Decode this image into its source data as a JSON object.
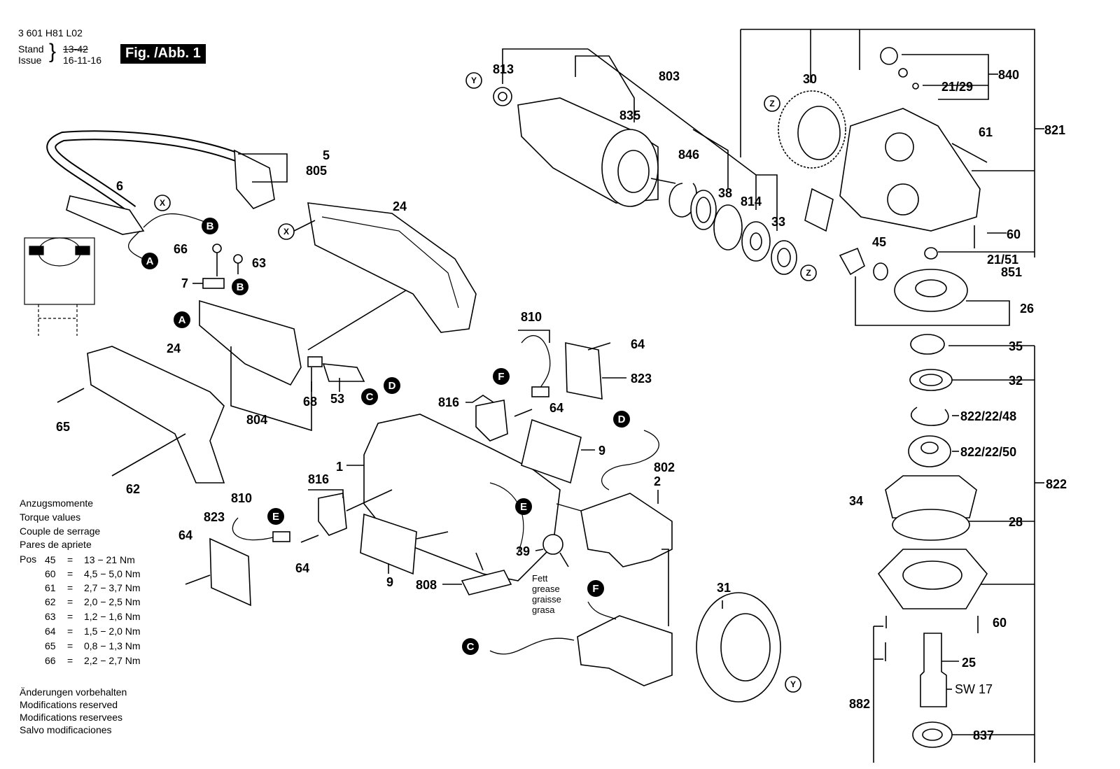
{
  "header": {
    "doc_number": "3 601 H81 L02",
    "stand_label": "Stand",
    "issue_label": "Issue",
    "stand_value": "13-42",
    "issue_value": "16-11-16",
    "figure_label": "Fig. /Abb. 1"
  },
  "torque": {
    "lines": [
      "Anzugsmomente",
      "Torque values",
      "Couple de serrage",
      "Pares de apriete"
    ],
    "pos_label": "Pos",
    "rows": [
      {
        "pos": "45",
        "range": "13  − 21 Nm"
      },
      {
        "pos": "60",
        "range": "4,5 − 5,0 Nm"
      },
      {
        "pos": "61",
        "range": "2,7 − 3,7 Nm"
      },
      {
        "pos": "62",
        "range": "2,0 − 2,5 Nm"
      },
      {
        "pos": "63",
        "range": "1,2 − 1,6 Nm"
      },
      {
        "pos": "64",
        "range": "1,5 − 2,0 Nm"
      },
      {
        "pos": "65",
        "range": "0,8 − 1,3 Nm"
      },
      {
        "pos": "66",
        "range": "2,2 − 2,7 Nm"
      }
    ]
  },
  "footer_notes": [
    "Änderungen vorbehalten",
    "Modifications reserved",
    "Modifications reservees",
    "Salvo modificaciones"
  ],
  "grease_note": [
    "Fett",
    "grease",
    "graisse",
    "grasa"
  ],
  "sw_label": "SW 17",
  "part_numbers": {
    "p813": "813",
    "p803": "803",
    "p30": "30",
    "p840": "840",
    "p2129": "21/29",
    "p835": "835",
    "p61": "61",
    "p821": "821",
    "p846": "846",
    "p38": "38",
    "p814": "814",
    "p33": "33",
    "p60a": "60",
    "p2151": "21/51",
    "p851": "851",
    "p45": "45",
    "p26": "26",
    "p5": "5",
    "p805": "805",
    "p6": "6",
    "p24a": "24",
    "p66": "66",
    "p63": "63",
    "p7": "7",
    "p24b": "24",
    "p65": "65",
    "p68": "68",
    "p53": "53",
    "p804": "804",
    "p62": "62",
    "p810a": "810",
    "p64a": "64",
    "p823a": "823",
    "p816a": "816",
    "p64b": "64",
    "p9a": "9",
    "p1": "1",
    "p802": "802",
    "p2": "2",
    "p816b": "816",
    "p810b": "810",
    "p823b": "823",
    "p64c": "64",
    "p64d": "64",
    "p39": "39",
    "p9b": "9",
    "p808": "808",
    "p31": "31",
    "p35": "35",
    "p32": "32",
    "p8222248": "822/22/48",
    "p8222250": "822/22/50",
    "p822": "822",
    "p34": "34",
    "p28": "28",
    "p60b": "60",
    "p25": "25",
    "p882": "882",
    "p837": "837"
  },
  "connectors": {
    "a1": "A",
    "a2": "A",
    "b1": "B",
    "b2": "B",
    "c1": "C",
    "c2": "C",
    "d1": "D",
    "d2": "D",
    "e1": "E",
    "e2": "E",
    "f1": "F",
    "f2": "F"
  },
  "ring_markers": {
    "x1": "X",
    "x2": "X",
    "y1": "Y",
    "y2": "Y",
    "z1": "Z",
    "z2": "Z"
  }
}
